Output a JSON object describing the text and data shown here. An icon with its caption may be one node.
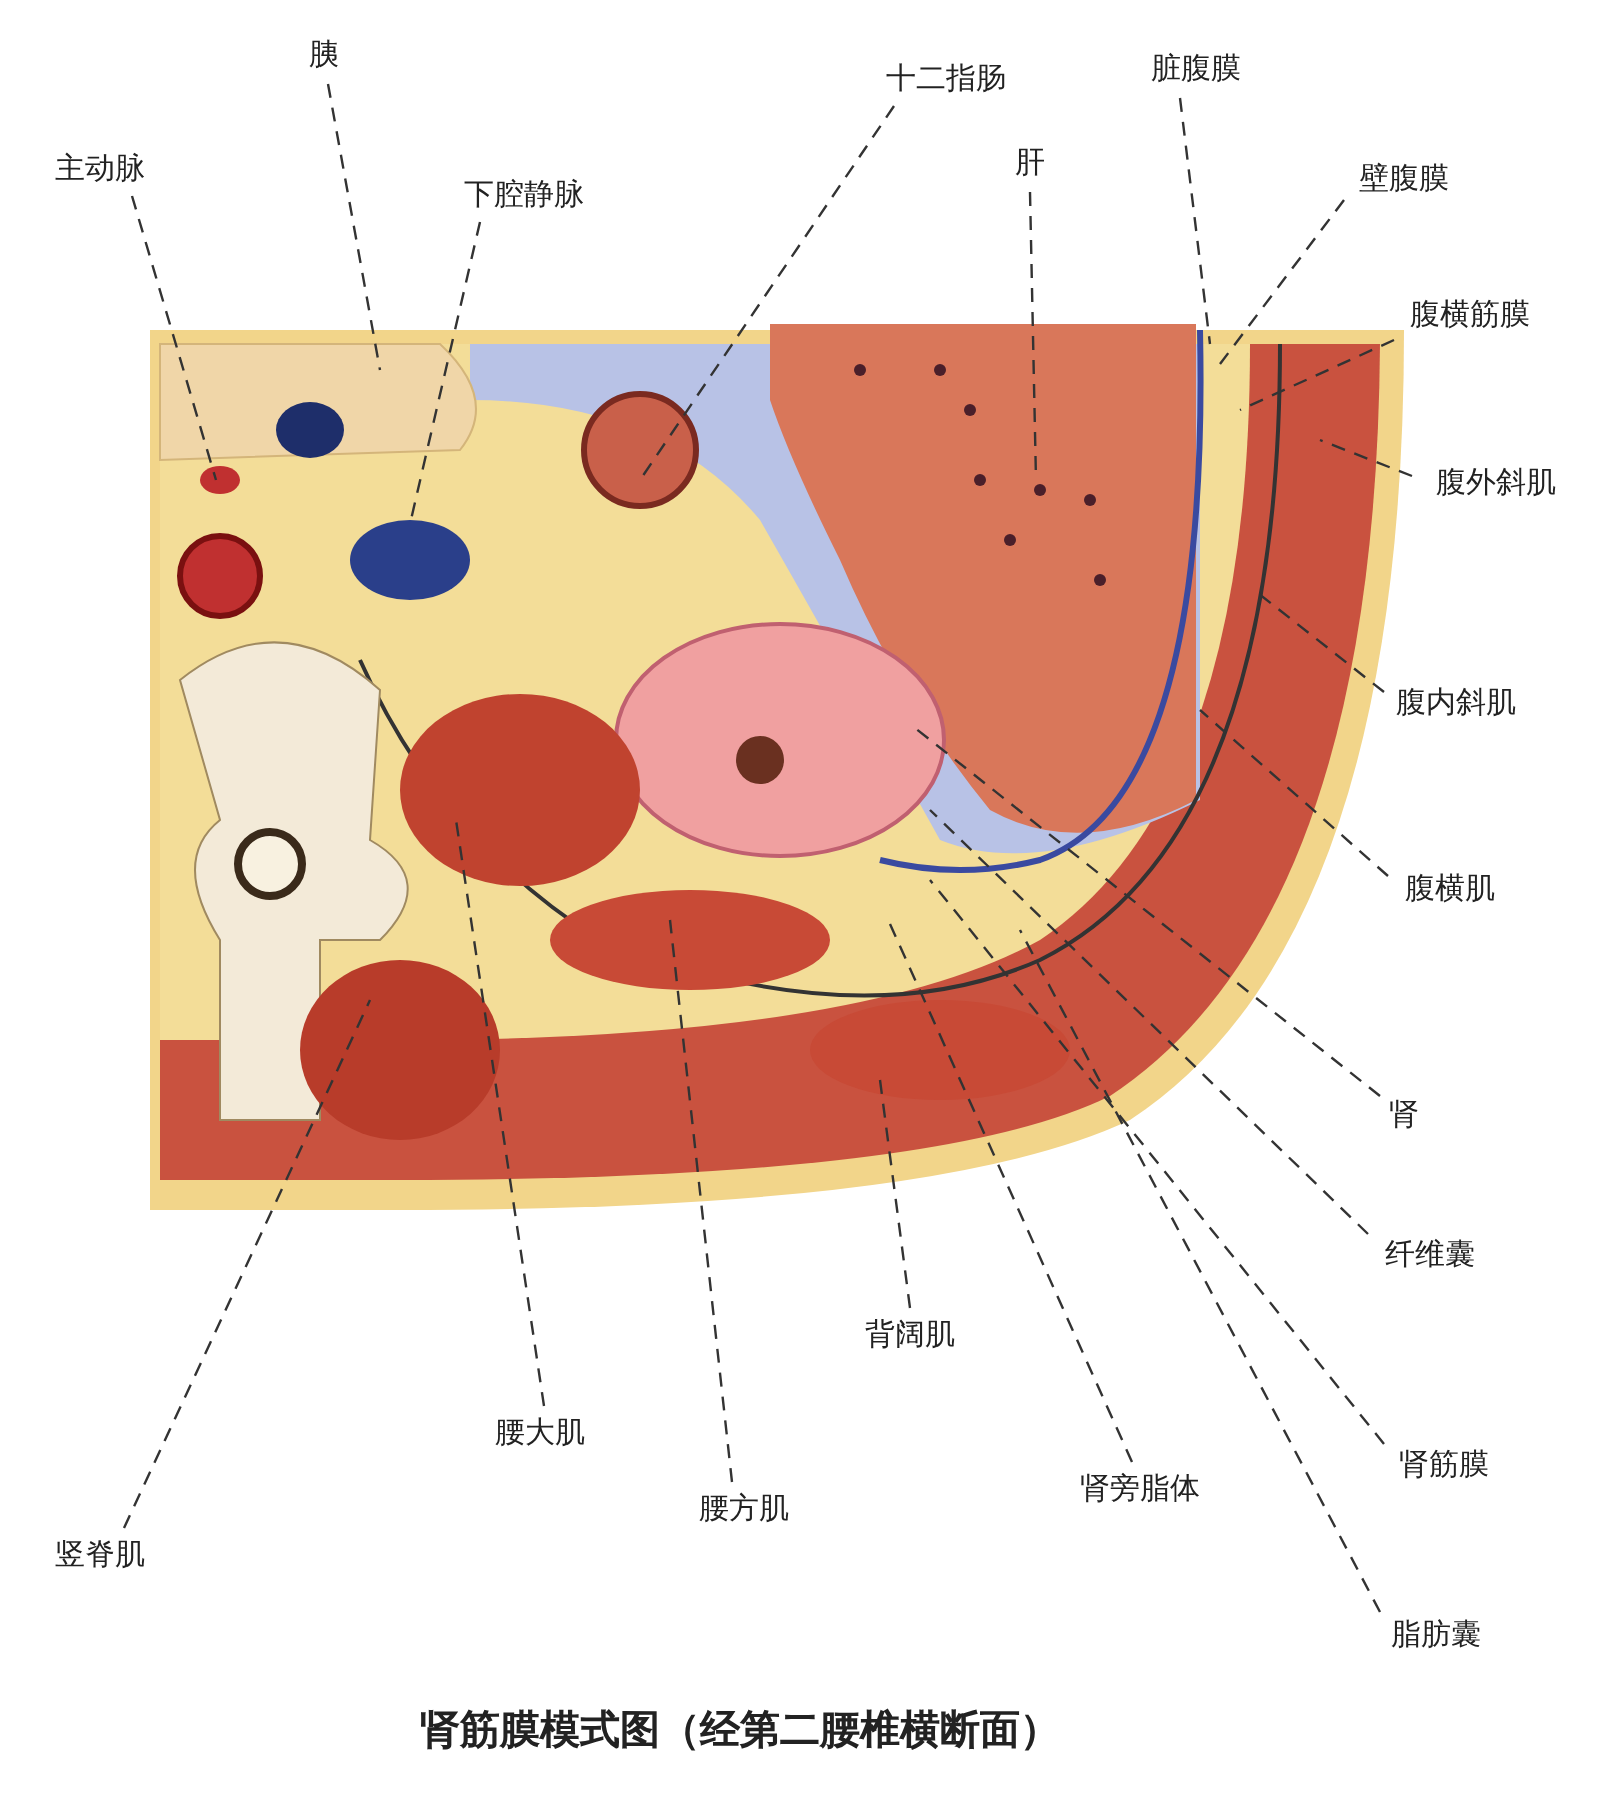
{
  "diagram": {
    "title": "肾筋膜模式图（经第二腰椎横断面）",
    "nodes": [
      {
        "text": [
          "胰"
        ]
      },
      {
        "text": [
          "主动脉"
        ]
      },
      {
        "text": [
          "下腔静脉"
        ]
      },
      {
        "text": [
          "十二指肠"
        ]
      },
      {
        "text": [
          "肝"
        ]
      },
      {
        "text": [
          "脏腹膜"
        ]
      },
      {
        "text": [
          "壁腹膜"
        ]
      },
      {
        "text": [
          "腹横筋膜"
        ]
      },
      {
        "text": [
          "腹外斜肌"
        ]
      },
      {
        "text": [
          "腹内斜肌"
        ]
      },
      {
        "text": [
          "腹横肌"
        ]
      },
      {
        "text": [
          "肾"
        ]
      },
      {
        "text": [
          "纤维囊"
        ]
      },
      {
        "text": [
          "肾筋膜"
        ]
      },
      {
        "text": [
          "脂肪囊"
        ]
      },
      {
        "text": [
          "肾旁脂体"
        ]
      },
      {
        "text": [
          "背阔肌"
        ]
      },
      {
        "text": [
          "腰方肌"
        ]
      },
      {
        "text": [
          "腰大肌"
        ]
      },
      {
        "text": [
          "竖脊肌"
        ]
      }
    ],
    "edges": [
      {
        "from": 0,
        "to": null,
        "arrow": "none"
      },
      {
        "from": 1,
        "to": null,
        "arrow": "none"
      },
      {
        "from": 2,
        "to": null,
        "arrow": "none"
      },
      {
        "from": 3,
        "to": null,
        "arrow": "none"
      },
      {
        "from": 4,
        "to": null,
        "arrow": "none"
      },
      {
        "from": 5,
        "to": null,
        "arrow": "none"
      },
      {
        "from": 6,
        "to": null,
        "arrow": "none"
      },
      {
        "from": 7,
        "to": null,
        "arrow": "none"
      },
      {
        "from": 8,
        "to": null,
        "arrow": "none"
      },
      {
        "from": 9,
        "to": null,
        "arrow": "none"
      },
      {
        "from": 10,
        "to": null,
        "arrow": "none"
      },
      {
        "from": 11,
        "to": null,
        "arrow": "none"
      },
      {
        "from": 12,
        "to": null,
        "arrow": "none"
      },
      {
        "from": 13,
        "to": null,
        "arrow": "none"
      },
      {
        "from": 14,
        "to": null,
        "arrow": "none"
      },
      {
        "from": 15,
        "to": null,
        "arrow": "none"
      },
      {
        "from": 16,
        "to": null,
        "arrow": "none"
      },
      {
        "from": 17,
        "to": null,
        "arrow": "none"
      },
      {
        "from": 18,
        "to": null,
        "arrow": "none"
      },
      {
        "from": 19,
        "to": null,
        "arrow": "none"
      }
    ]
  }
}
